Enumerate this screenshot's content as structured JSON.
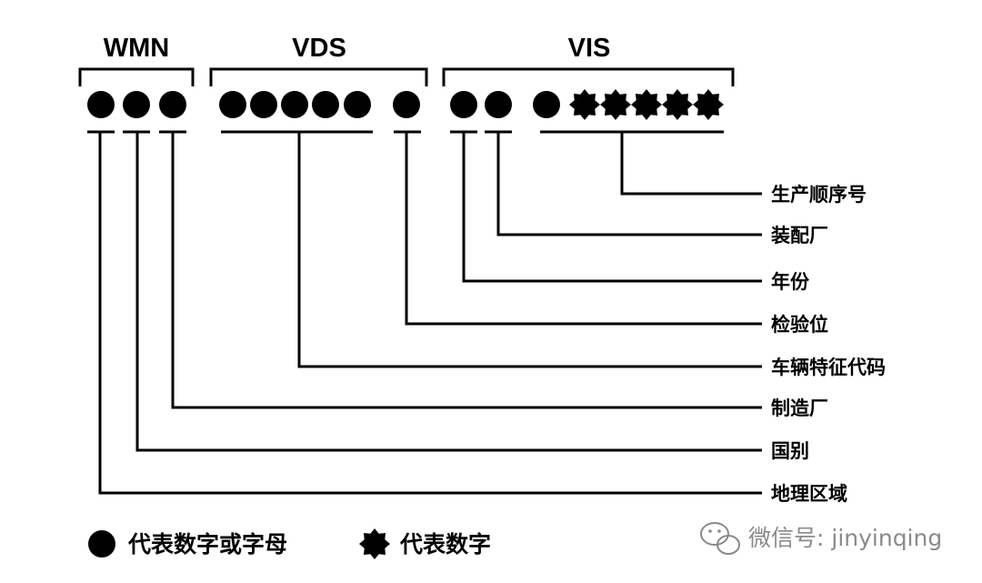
{
  "groups": [
    {
      "label": "WMN",
      "dots": [
        "circle",
        "circle",
        "circle"
      ]
    },
    {
      "label": "VDS",
      "dots": [
        "circle",
        "circle",
        "circle",
        "circle",
        "circle",
        "circle"
      ]
    },
    {
      "label": "VIS",
      "dots": [
        "circle",
        "circle",
        "circle",
        "star",
        "star",
        "star",
        "star",
        "star"
      ]
    }
  ],
  "callouts": [
    "生产顺序号",
    "装配厂",
    "年份",
    "检验位",
    "车辆特征代码",
    "制造厂",
    "国别",
    "地理区域"
  ],
  "legend": {
    "circle_label": "代表数字或字母",
    "star_label": "代表数字"
  },
  "watermark": {
    "text": "微信号: jinyinqing",
    "icon": "wechat-icon"
  },
  "colors": {
    "ink": "#000000",
    "background": "#ffffff",
    "watermark": "#8a8a8a"
  }
}
